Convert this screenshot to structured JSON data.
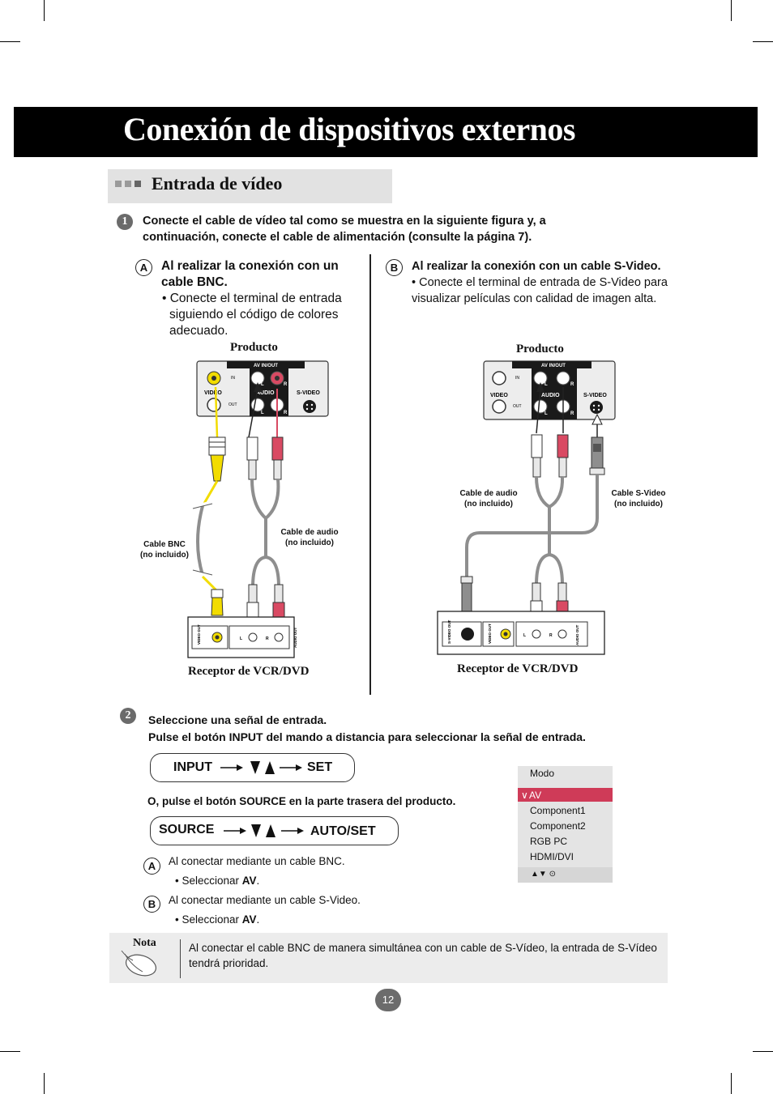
{
  "page": {
    "title": "Conexión de dispositivos externos",
    "section": "Entrada de vídeo",
    "page_number": "12"
  },
  "step1": {
    "number": "1",
    "text_line1": "Conecte el cable de vídeo tal como se muestra en la siguiente figura y, a",
    "text_line2": "continuación, conecte el cable de alimentación (consulte la página 7)."
  },
  "colA": {
    "letter": "A",
    "heading_line1": "Al realizar la conexión con un",
    "heading_line2": "cable BNC.",
    "bullet_line1": "• Conecte el terminal de entrada",
    "bullet_line2": "siguiendo el código de colores",
    "bullet_line3": "adecuado.",
    "product_label": "Producto",
    "receiver_label": "Receptor de VCR/DVD",
    "cable_bnc_line1": "Cable BNC",
    "cable_bnc_line2": "(no incluido)",
    "cable_audio_line1": "Cable de audio",
    "cable_audio_line2": "(no incluido)"
  },
  "colB": {
    "letter": "B",
    "heading": "Al realizar la conexión con un cable S-Video.",
    "bullet_line1": "• Conecte el terminal de entrada de S-Video para",
    "bullet_line2": "visualizar películas con calidad de imagen alta.",
    "product_label": "Producto",
    "receiver_label": "Receptor de VCR/DVD",
    "cable_audio_line1": "Cable de audio",
    "cable_audio_line2": "(no incluido)",
    "cable_svideo_line1": "Cable S-Video",
    "cable_svideo_line2": "(no incluido)"
  },
  "panel": {
    "header": "AV IN/OUT",
    "in_label": "IN",
    "out_label": "OUT",
    "video_label": "VIDEO",
    "audio_label": "AUDIO",
    "svideo_label": "S-VIDEO",
    "l": "L",
    "r": "R"
  },
  "vcr": {
    "video_out": "VIDEO OUT",
    "audio_out": "AUDIO OUT",
    "svideo_out": "S-VIDEO OUT",
    "l": "L",
    "r": "R"
  },
  "step2": {
    "number": "2",
    "line1": "Seleccione una señal de entrada.",
    "line2": "Pulse el botón INPUT del mando a distancia para seleccionar la señal de entrada.",
    "input_label": "INPUT",
    "set_label": "SET",
    "or_text": "O, pulse el botón SOURCE en la parte trasera del producto.",
    "source_label": "SOURCE",
    "autoset_label": "AUTO/SET",
    "a_letter": "A",
    "a_text": "Al conectar mediante un cable BNC.",
    "b_letter": "B",
    "b_text": "Al conectar mediante un cable S-Video.",
    "select_prefix": "• Seleccionar ",
    "select_value": "AV",
    "select_suffix": "."
  },
  "menu": {
    "title": "Modo",
    "selected_mark": "∨",
    "items": [
      "AV",
      "Component1",
      "Component2",
      "RGB PC",
      "HDMI/DVI"
    ],
    "footer": "▲▼ ⊙",
    "highlight_color": "#cf3b58"
  },
  "note": {
    "label": "Nota",
    "line1": "Al conectar el cable BNC de manera simultánea con un cable de S-Vídeo, la entrada de S-Vídeo",
    "line2": "tendrá prioridad."
  },
  "colors": {
    "yellow": "#f2dc00",
    "red": "#d94a63",
    "gray_cable": "#8e8e8e"
  }
}
